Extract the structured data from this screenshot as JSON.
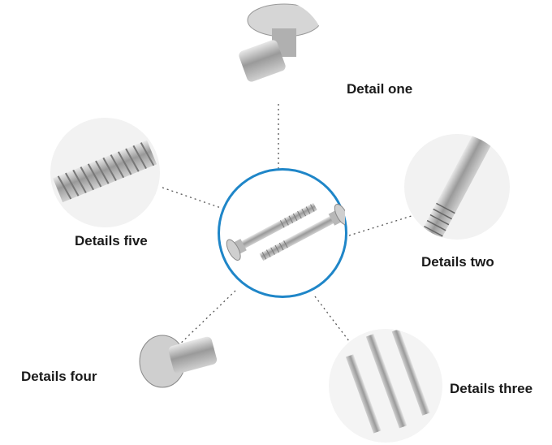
{
  "diagram": {
    "center": {
      "name": "carriage-bolts-pair",
      "ring_color": "#1f86c8"
    },
    "details": [
      {
        "id": "one",
        "label": "Detail one"
      },
      {
        "id": "two",
        "label": "Details two"
      },
      {
        "id": "three",
        "label": "Details three"
      },
      {
        "id": "four",
        "label": "Details four"
      },
      {
        "id": "five",
        "label": "Details five"
      }
    ],
    "connector_color": "#555555"
  }
}
